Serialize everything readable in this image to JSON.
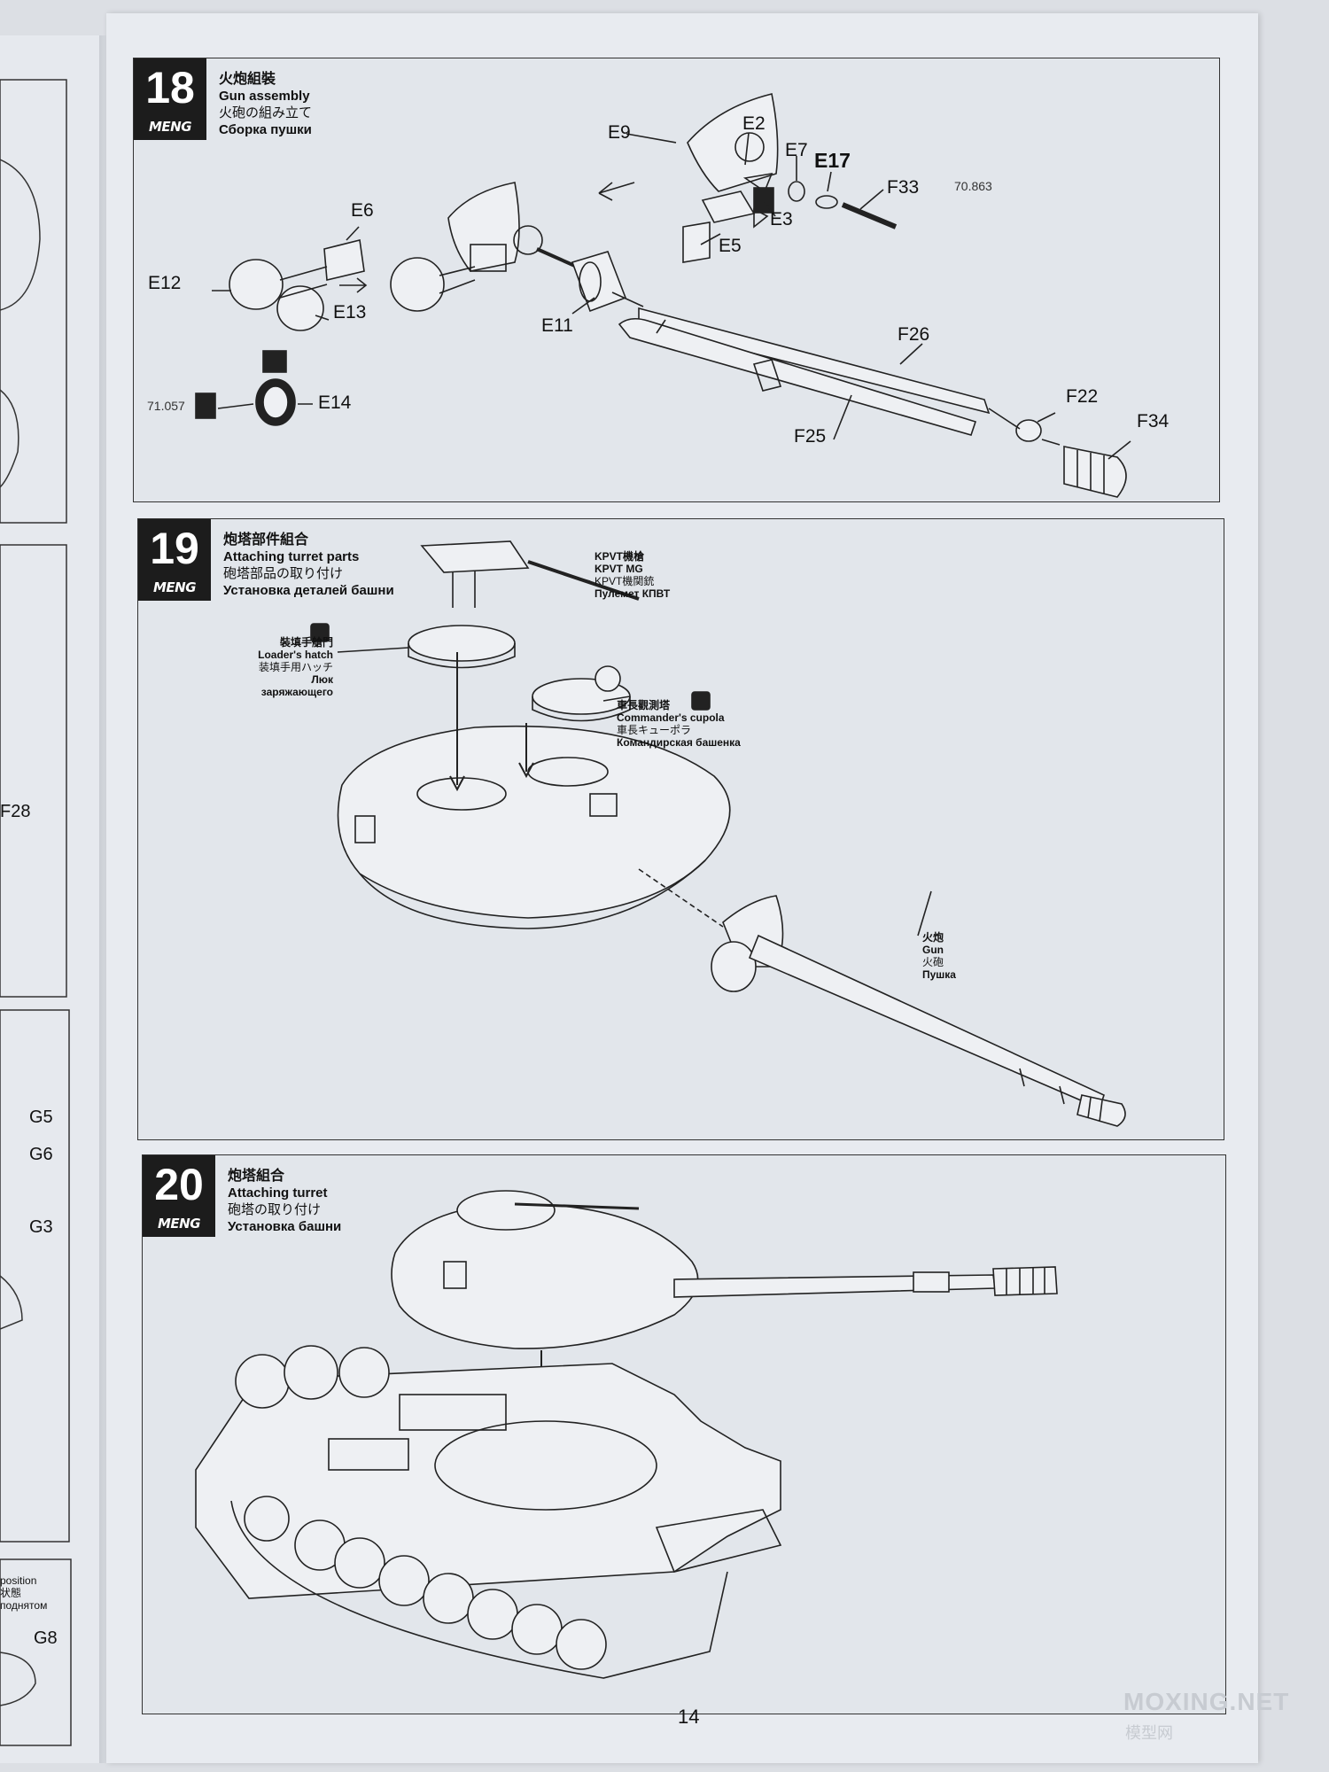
{
  "page_number": "14",
  "watermark": {
    "line1": "MOXING.NET",
    "line2": "模型网"
  },
  "left_page": {
    "labels": [
      "F28",
      "G5",
      "G6",
      "G3",
      "G8"
    ],
    "captions": [
      "position",
      "状態",
      "поднятом"
    ]
  },
  "steps": [
    {
      "number": "18",
      "brand": "MENG",
      "zh": "火炮組裝",
      "en": "Gun assembly",
      "jp": "火砲の組み立て",
      "ru": "Сборка пушки",
      "parts": [
        "E9",
        "E2",
        "E7",
        "E17",
        "F33",
        "E3",
        "E5",
        "E6",
        "E12",
        "E13",
        "E11",
        "F26",
        "F22",
        "F34",
        "F25",
        "E14"
      ],
      "paint_codes": [
        "70.863",
        "71.057"
      ]
    },
    {
      "number": "19",
      "brand": "MENG",
      "zh": "炮塔部件組合",
      "en": "Attaching turret parts",
      "jp": "砲塔部品の取り付け",
      "ru": "Установка деталей башни",
      "kpvt": [
        "KPVT機槍",
        "KPVT MG",
        "KPVT機関銃",
        "Пулемет КПВТ"
      ],
      "loader": [
        "裝填手艙門",
        "Loader's hatch",
        "装填手用ハッチ",
        "Люк заряжающего"
      ],
      "commander": [
        "車長觀測塔",
        "Commander's cupola",
        "車長キューポラ",
        "Командирская башенка"
      ],
      "gun": [
        "火炮",
        "Gun",
        "火砲",
        "Пушка"
      ]
    },
    {
      "number": "20",
      "brand": "MENG",
      "zh": "炮塔組合",
      "en": "Attaching turret",
      "jp": "砲塔の取り付け",
      "ru": "Установка башни"
    }
  ]
}
